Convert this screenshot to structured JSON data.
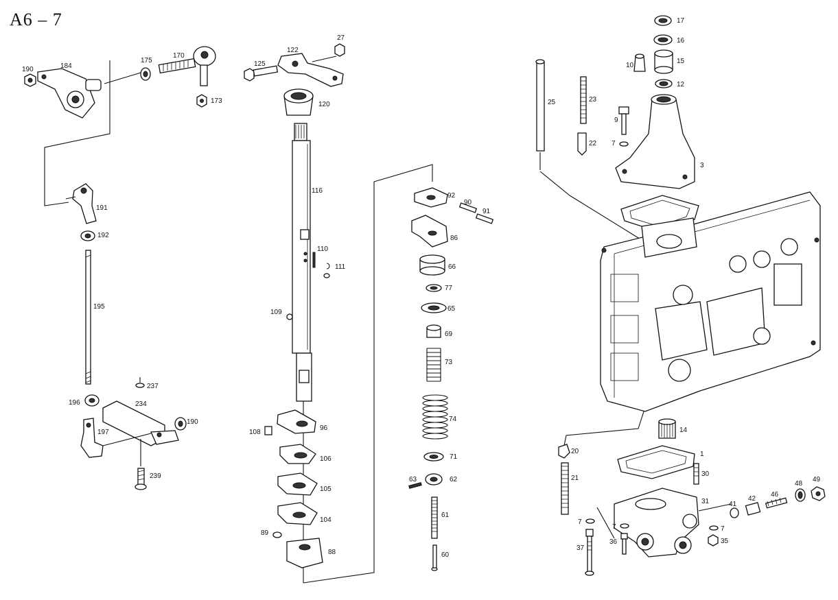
{
  "page": {
    "title": "A6 – 7"
  },
  "callouts": {
    "c190a": "190",
    "c184": "184",
    "c175": "175",
    "c170": "170",
    "c173": "173",
    "c191": "191",
    "c192": "192",
    "c195": "195",
    "c237": "237",
    "c234": "234",
    "c196": "196",
    "c190b": "190",
    "c197": "197",
    "c239": "239",
    "c27": "27",
    "c122": "122",
    "c125": "125",
    "c120": "120",
    "c116": "116",
    "c110": "110",
    "c111": "111",
    "c109": "109",
    "c108": "108",
    "c96": "96",
    "c106": "106",
    "c105": "105",
    "c104": "104",
    "c89": "89",
    "c88": "88",
    "c92": "92",
    "c90": "90",
    "c91": "91",
    "c86": "86",
    "c66": "66",
    "c77": "77",
    "c65": "65",
    "c69": "69",
    "c73": "73",
    "c74": "74",
    "c71": "71",
    "c63": "63",
    "c62": "62",
    "c61": "61",
    "c60": "60",
    "c17": "17",
    "c16": "16",
    "c10": "10",
    "c15": "15",
    "c12": "12",
    "c25": "25",
    "c23": "23",
    "c9": "9",
    "c22": "22",
    "c7a": "7",
    "c3": "3",
    "c14": "14",
    "c20": "20",
    "c1": "1",
    "c30": "30",
    "c21": "21",
    "c31": "31",
    "c41": "41",
    "c42": "42",
    "c46": "46",
    "c48": "48",
    "c49": "49",
    "c7b": "7",
    "c7c": "7",
    "c7d": "7",
    "c36": "36",
    "c37": "37",
    "c35": "35"
  }
}
